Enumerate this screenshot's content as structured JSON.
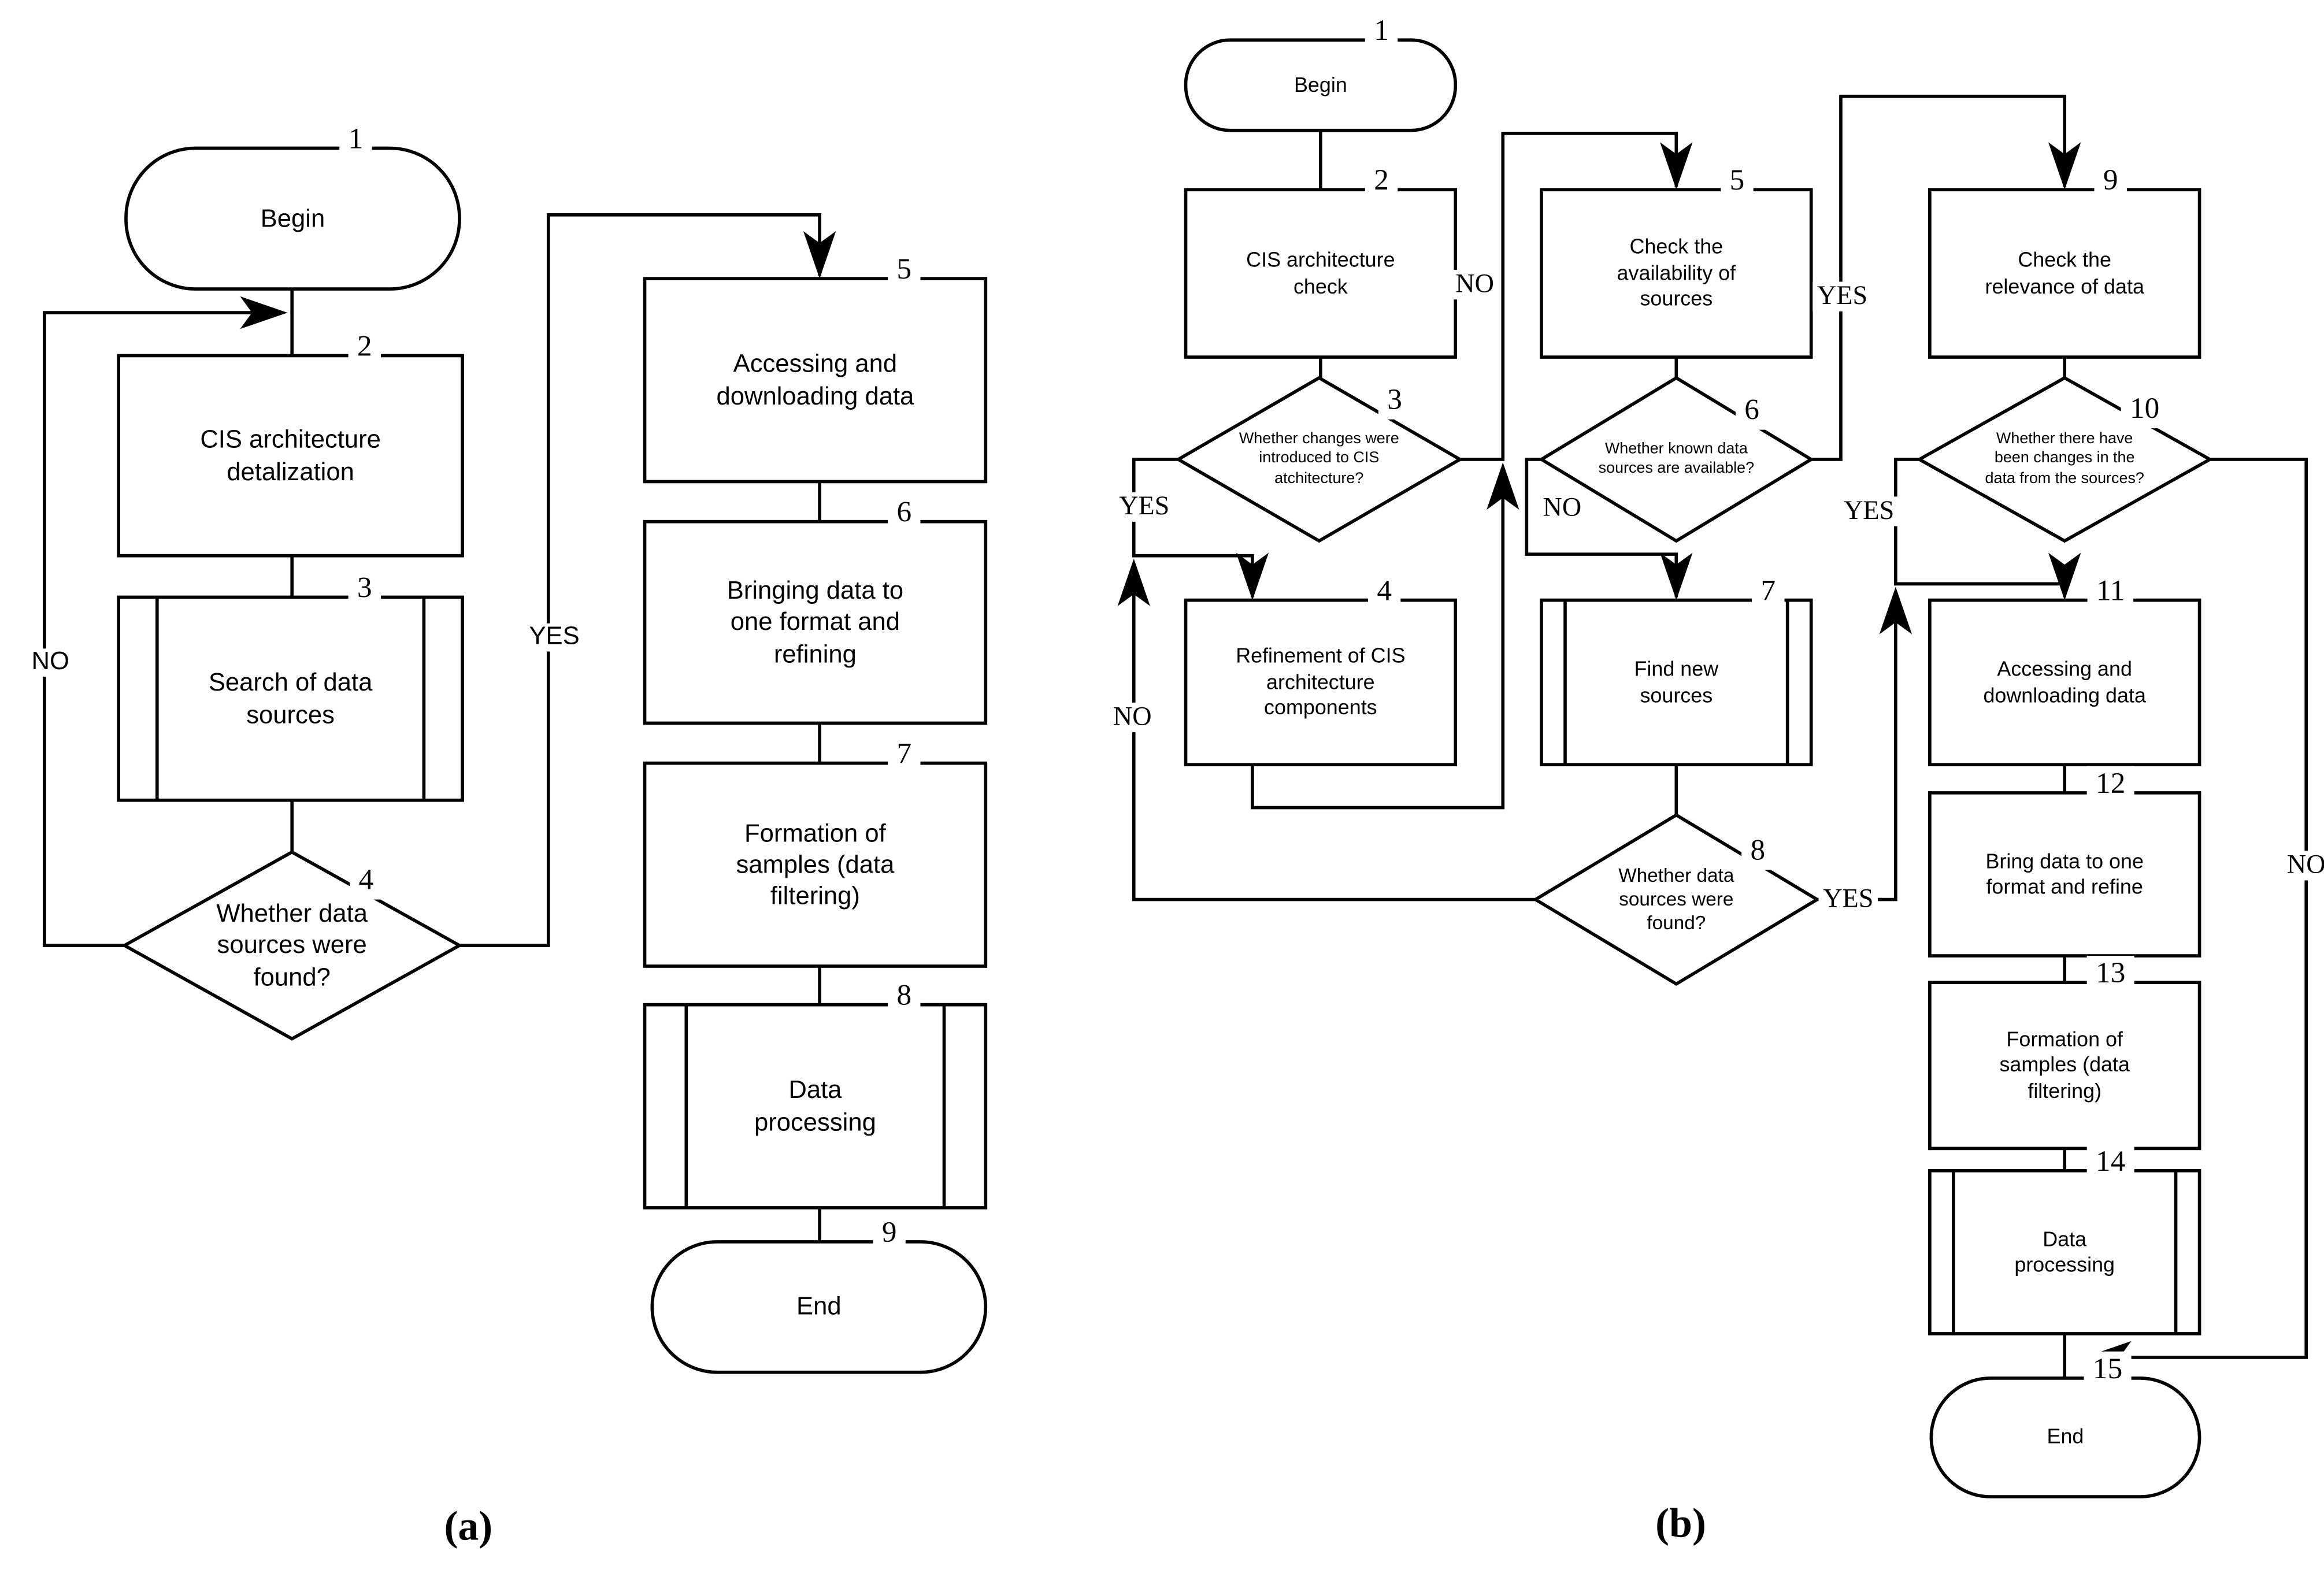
{
  "chart_a": {
    "caption": "(a)",
    "edge_labels": {
      "no": "NO",
      "yes": "YES"
    },
    "nodes": {
      "n1": {
        "num": "1",
        "type": "terminator",
        "label": "Begin"
      },
      "n2": {
        "num": "2",
        "type": "process",
        "label": "CIS architecture\ndetalization"
      },
      "n3": {
        "num": "3",
        "type": "predefined-process",
        "label": "Search of data\nsources"
      },
      "n4": {
        "num": "4",
        "type": "decision",
        "label": "Whether data\nsources were\nfound?"
      },
      "n5": {
        "num": "5",
        "type": "process",
        "label": "Accessing and\ndownloading data"
      },
      "n6": {
        "num": "6",
        "type": "process",
        "label": "Bringing data to\none format and\nrefining"
      },
      "n7": {
        "num": "7",
        "type": "process",
        "label": "Formation of\nsamples (data\nfiltering)"
      },
      "n8": {
        "num": "8",
        "type": "predefined-process",
        "label": "Data\nprocessing"
      },
      "n9": {
        "num": "9",
        "type": "terminator",
        "label": "End"
      }
    }
  },
  "chart_b": {
    "caption": "(b)",
    "edge_labels": {
      "yes3": "YES",
      "no3": "NO",
      "no6": "NO",
      "yes6": "YES",
      "no8": "NO",
      "yes8": "YES",
      "yes10": "YES",
      "no10": "NO"
    },
    "nodes": {
      "n1": {
        "num": "1",
        "type": "terminator",
        "label": "Begin"
      },
      "n2": {
        "num": "2",
        "type": "process",
        "label": "CIS architecture\ncheck"
      },
      "n3": {
        "num": "3",
        "type": "decision",
        "label": "Whether changes were\nintroduced to CIS\natchitecture?"
      },
      "n4": {
        "num": "4",
        "type": "process",
        "label": "Refinement of CIS\narchitecture\ncomponents"
      },
      "n5": {
        "num": "5",
        "type": "process",
        "label": "Check the\navailability of\nsources"
      },
      "n6": {
        "num": "6",
        "type": "decision",
        "label": "Whether known data\nsources are available?"
      },
      "n7": {
        "num": "7",
        "type": "predefined-process",
        "label": "Find new\nsources"
      },
      "n8": {
        "num": "8",
        "type": "decision",
        "label": "Whether data\nsources were\nfound?"
      },
      "n9": {
        "num": "9",
        "type": "process",
        "label": "Check the\nrelevance of data"
      },
      "n10": {
        "num": "10",
        "type": "decision",
        "label": "Whether there have\nbeen changes in the\ndata from the sources?"
      },
      "n11": {
        "num": "11",
        "type": "process",
        "label": "Accessing and\ndownloading data"
      },
      "n12": {
        "num": "12",
        "type": "process",
        "label": "Bring data to one\nformat and refine"
      },
      "n13": {
        "num": "13",
        "type": "process",
        "label": "Formation of\nsamples (data\nfiltering)"
      },
      "n14": {
        "num": "14",
        "type": "predefined-process",
        "label": "Data\nprocessing"
      },
      "n15": {
        "num": "15",
        "type": "terminator",
        "label": "End"
      }
    }
  }
}
